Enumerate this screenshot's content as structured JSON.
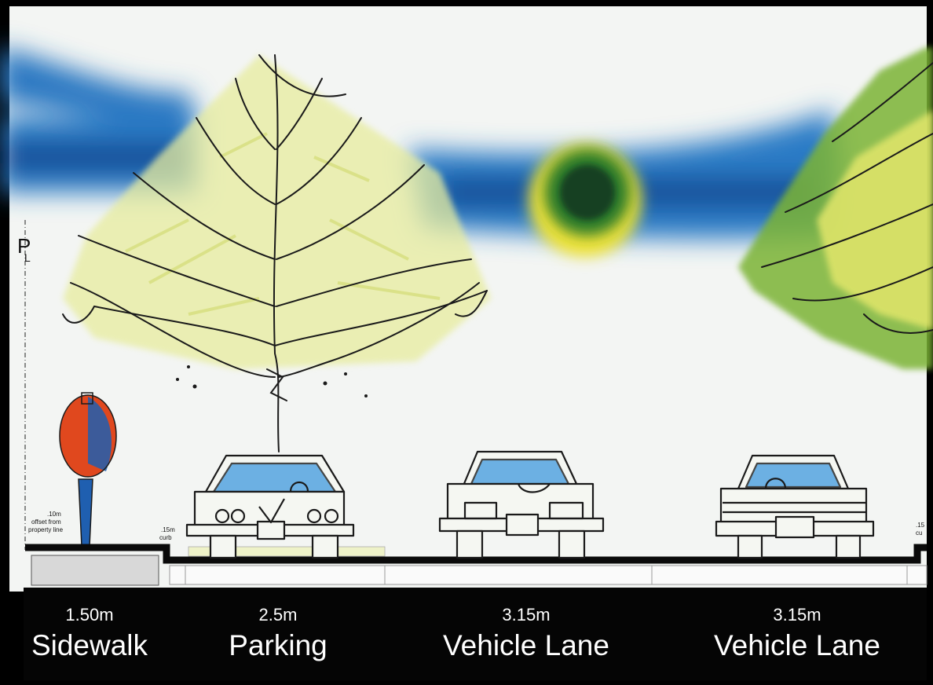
{
  "property_line_mark": {
    "main": "P",
    "sub": "L"
  },
  "notes": {
    "offset_line1": ".10m",
    "offset_line2": "offset from",
    "offset_line3": "property line",
    "curb_left_line1": ".15m",
    "curb_left_line2": "curb",
    "curb_right_line1": ".15",
    "curb_right_line2": "cu"
  },
  "segments": [
    {
      "width": "1.50m",
      "name": "Sidewalk"
    },
    {
      "width": "2.5m",
      "name": "Parking"
    },
    {
      "width": "3.15m",
      "name": "Vehicle Lane"
    },
    {
      "width": "3.15m",
      "name": "Vehicle Lane"
    }
  ],
  "colors": {
    "sky_blue": "#1f6fb8",
    "sun_yellow": "#f2e437",
    "sun_green": "#1d6a2a",
    "foliage_yellow": "#dfe48a",
    "foliage_green": "#6fae2e",
    "car_glass": "#4a9fe0",
    "pedestrian_orange": "#e0481e",
    "pedestrian_blue": "#1f5fb0",
    "ink": "#1a1a1a",
    "label_bar": "#050505"
  }
}
